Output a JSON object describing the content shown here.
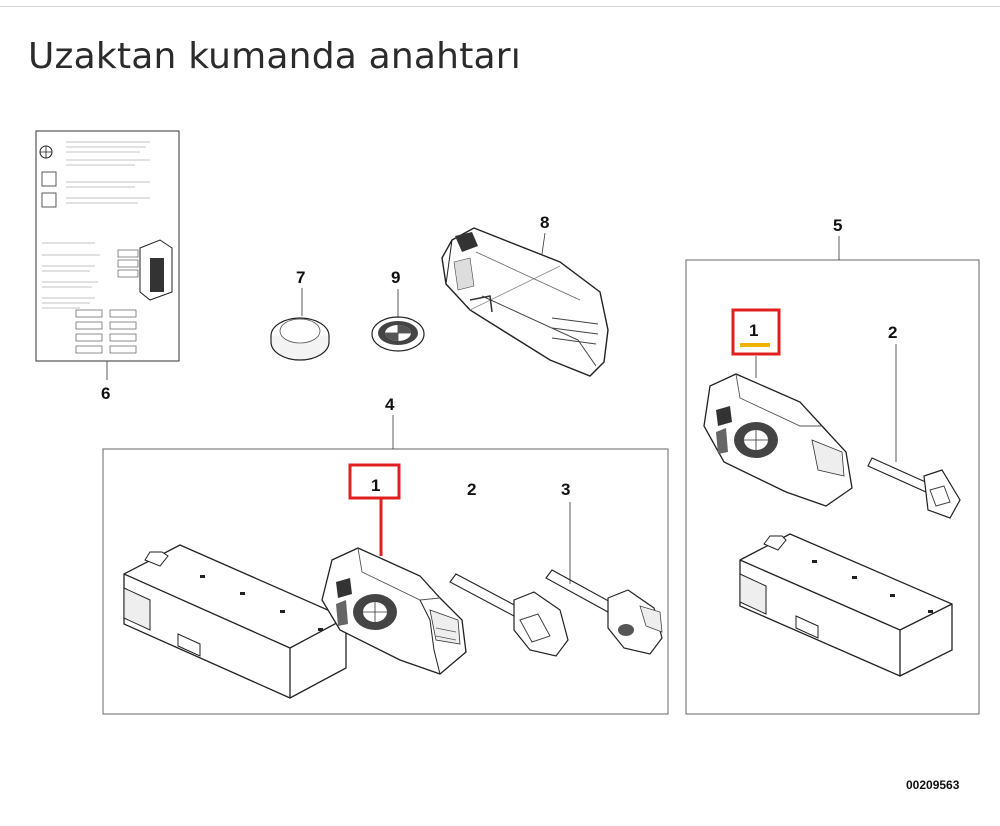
{
  "page": {
    "title": "Uzaktan kumanda anahtarı"
  },
  "diagram": {
    "labels": {
      "c6": "6",
      "c7": "7",
      "c9": "9",
      "c8": "8",
      "c4": "4",
      "c5": "5",
      "g4_1": "1",
      "g4_2": "2",
      "g4_3": "3",
      "g5_1": "1",
      "g5_2": "2"
    },
    "highlight_color": "#e02020",
    "accent_underline_color": "#f2b200",
    "part_number": "00209563"
  }
}
